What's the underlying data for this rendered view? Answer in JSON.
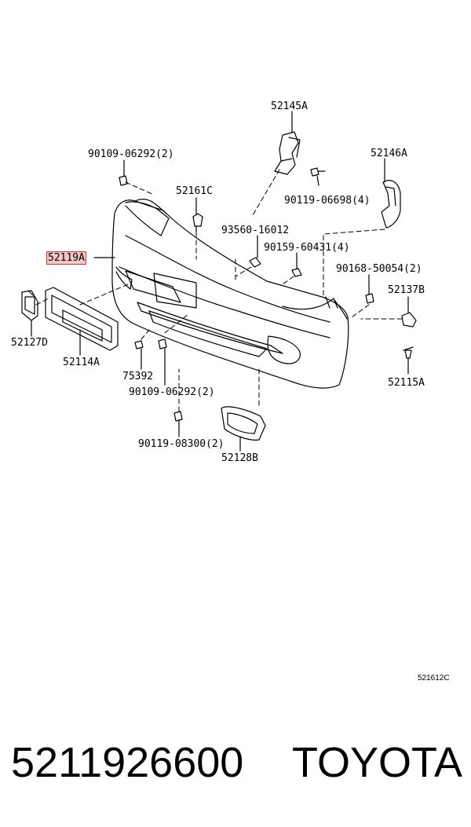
{
  "figure_code": "521612C",
  "footer": {
    "part_number": "5211926600",
    "brand": "TOYOTA"
  },
  "highlighted_part": "52119A",
  "callouts": [
    {
      "id": "c52145A",
      "text": "52145A"
    },
    {
      "id": "c90109a",
      "text": "90109-06292(2)"
    },
    {
      "id": "c52146A",
      "text": "52146A"
    },
    {
      "id": "c52161C",
      "text": "52161C"
    },
    {
      "id": "c90119a",
      "text": "90119-06698(4)"
    },
    {
      "id": "c93560",
      "text": "93560-16012"
    },
    {
      "id": "c90159",
      "text": "90159-60431(4)"
    },
    {
      "id": "c52119A",
      "text": "52119A"
    },
    {
      "id": "c90168",
      "text": "90168-50054(2)"
    },
    {
      "id": "c52137B",
      "text": "52137B"
    },
    {
      "id": "c52127D",
      "text": "52127D"
    },
    {
      "id": "c52114A",
      "text": "52114A"
    },
    {
      "id": "c75392",
      "text": "75392"
    },
    {
      "id": "c52115A",
      "text": "52115A"
    },
    {
      "id": "c90109b",
      "text": "90109-06292(2)"
    },
    {
      "id": "c90119b",
      "text": "90119-08300(2)"
    },
    {
      "id": "c52128B",
      "text": "52128B"
    }
  ]
}
